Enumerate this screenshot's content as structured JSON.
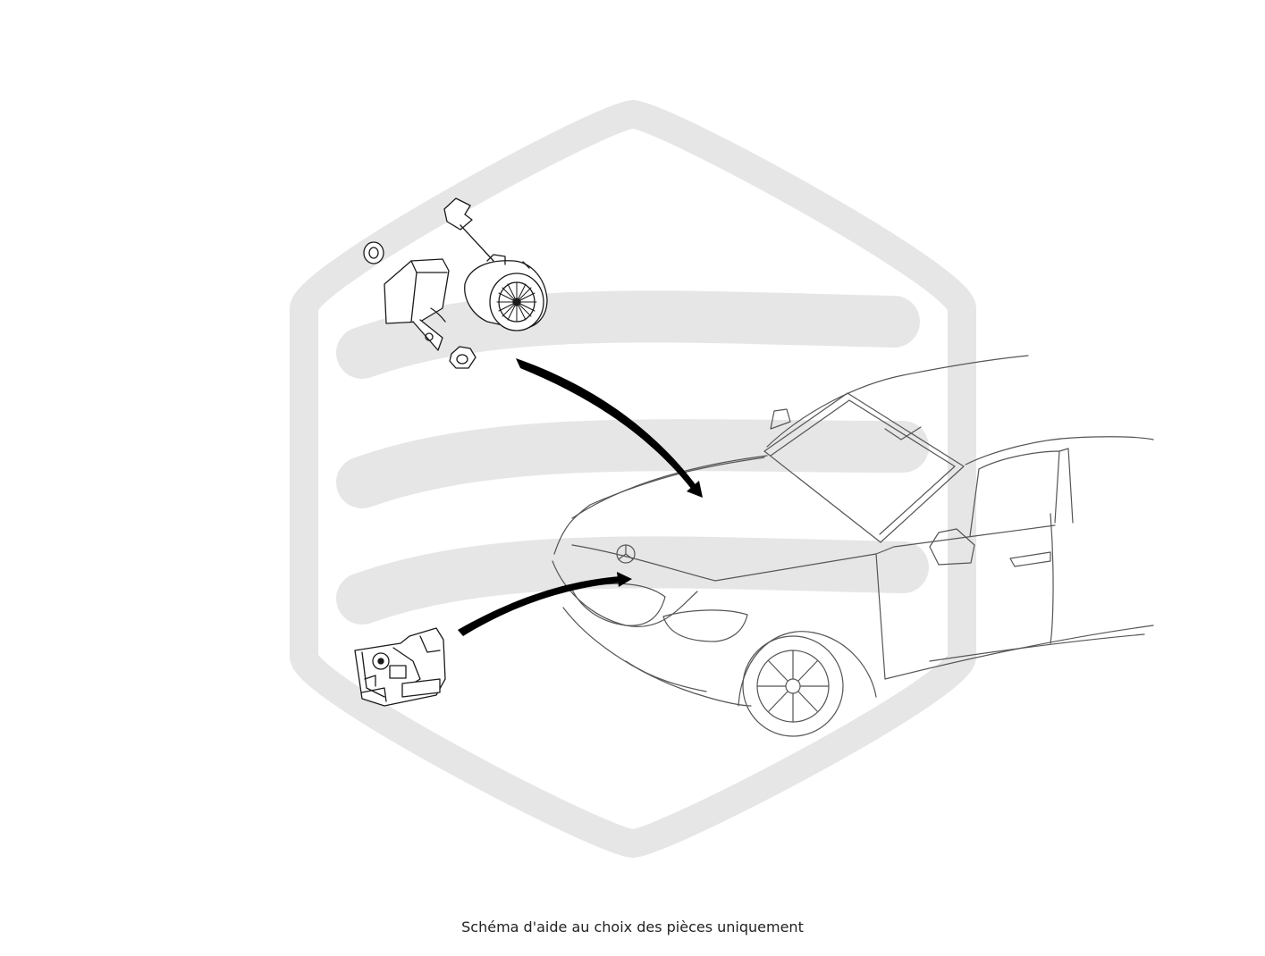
{
  "caption": "Schéma d'aide au choix des pièces uniquement",
  "colors": {
    "background": "#ffffff",
    "watermark": "#e6e6e6",
    "line_art": "#1a1a1a",
    "car_outline": "#555555",
    "arrow": "#000000",
    "caption_text": "#222222"
  },
  "watermark": {
    "shape": "hexagon-with-waves",
    "icon": "brand-logo-watermark"
  },
  "parts": [
    {
      "id": "blower-motor-assembly",
      "icon": "blower-motor-icon"
    },
    {
      "id": "hood-lock-latch",
      "icon": "hood-latch-icon"
    }
  ],
  "vehicle": {
    "icon": "car-front-three-quarter-icon"
  }
}
